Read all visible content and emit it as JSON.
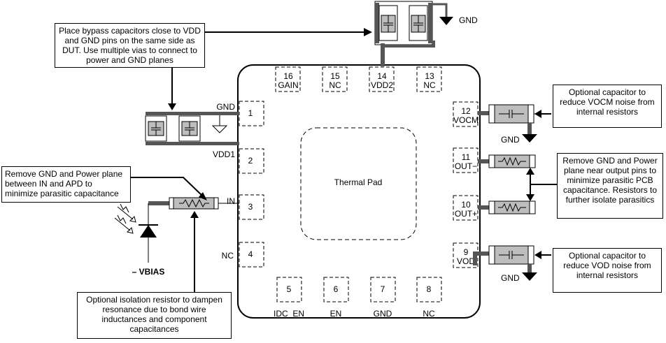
{
  "callouts": {
    "bypass": "Place bypass capacitors close to VDD and GND pins on the same side as DUT. Use multiple vias to connect to power and GND planes",
    "remove_in": "Remove GND and Power plane between IN and APD to minimize parasitic capacitance",
    "isolation": "Optional isolation resistor to dampen resonance due to bond wire inductances and component capacitances",
    "vocm": "Optional capacitor to reduce VOCM noise from internal resistors",
    "output": "Remove GND and Power plane near output pins to minimize parasitic PCB capacitance. Resistors to further isolate  parasitics",
    "vod": "Optional capacitor to reduce VOD noise from internal resistors"
  },
  "chip": {
    "thermal_pad": "Thermal Pad",
    "left_pins": [
      {
        "num": "1",
        "label": "GND"
      },
      {
        "num": "2",
        "label": "VDD1"
      },
      {
        "num": "3",
        "label": "IN"
      },
      {
        "num": "4",
        "label": "NC"
      }
    ],
    "bottom_pins": [
      {
        "num": "5",
        "label": "IDC_EN"
      },
      {
        "num": "6",
        "label": "EN"
      },
      {
        "num": "7",
        "label": "GND"
      },
      {
        "num": "8",
        "label": "NC"
      }
    ],
    "right_pins": [
      {
        "num": "12",
        "label": "VOCM"
      },
      {
        "num": "11",
        "label": "OUT−"
      },
      {
        "num": "10",
        "label": "OUT+"
      },
      {
        "num": "9",
        "label": "VOD"
      }
    ],
    "top_pins": [
      {
        "num": "16",
        "label": "GAIN"
      },
      {
        "num": "15",
        "label": "NC"
      },
      {
        "num": "14",
        "label": "VDD2"
      },
      {
        "num": "13",
        "label": "NC"
      }
    ]
  },
  "labels": {
    "gnd_top": "GND",
    "gnd_vocm": "GND",
    "gnd_vod": "GND",
    "vbias": "– VBIAS"
  }
}
